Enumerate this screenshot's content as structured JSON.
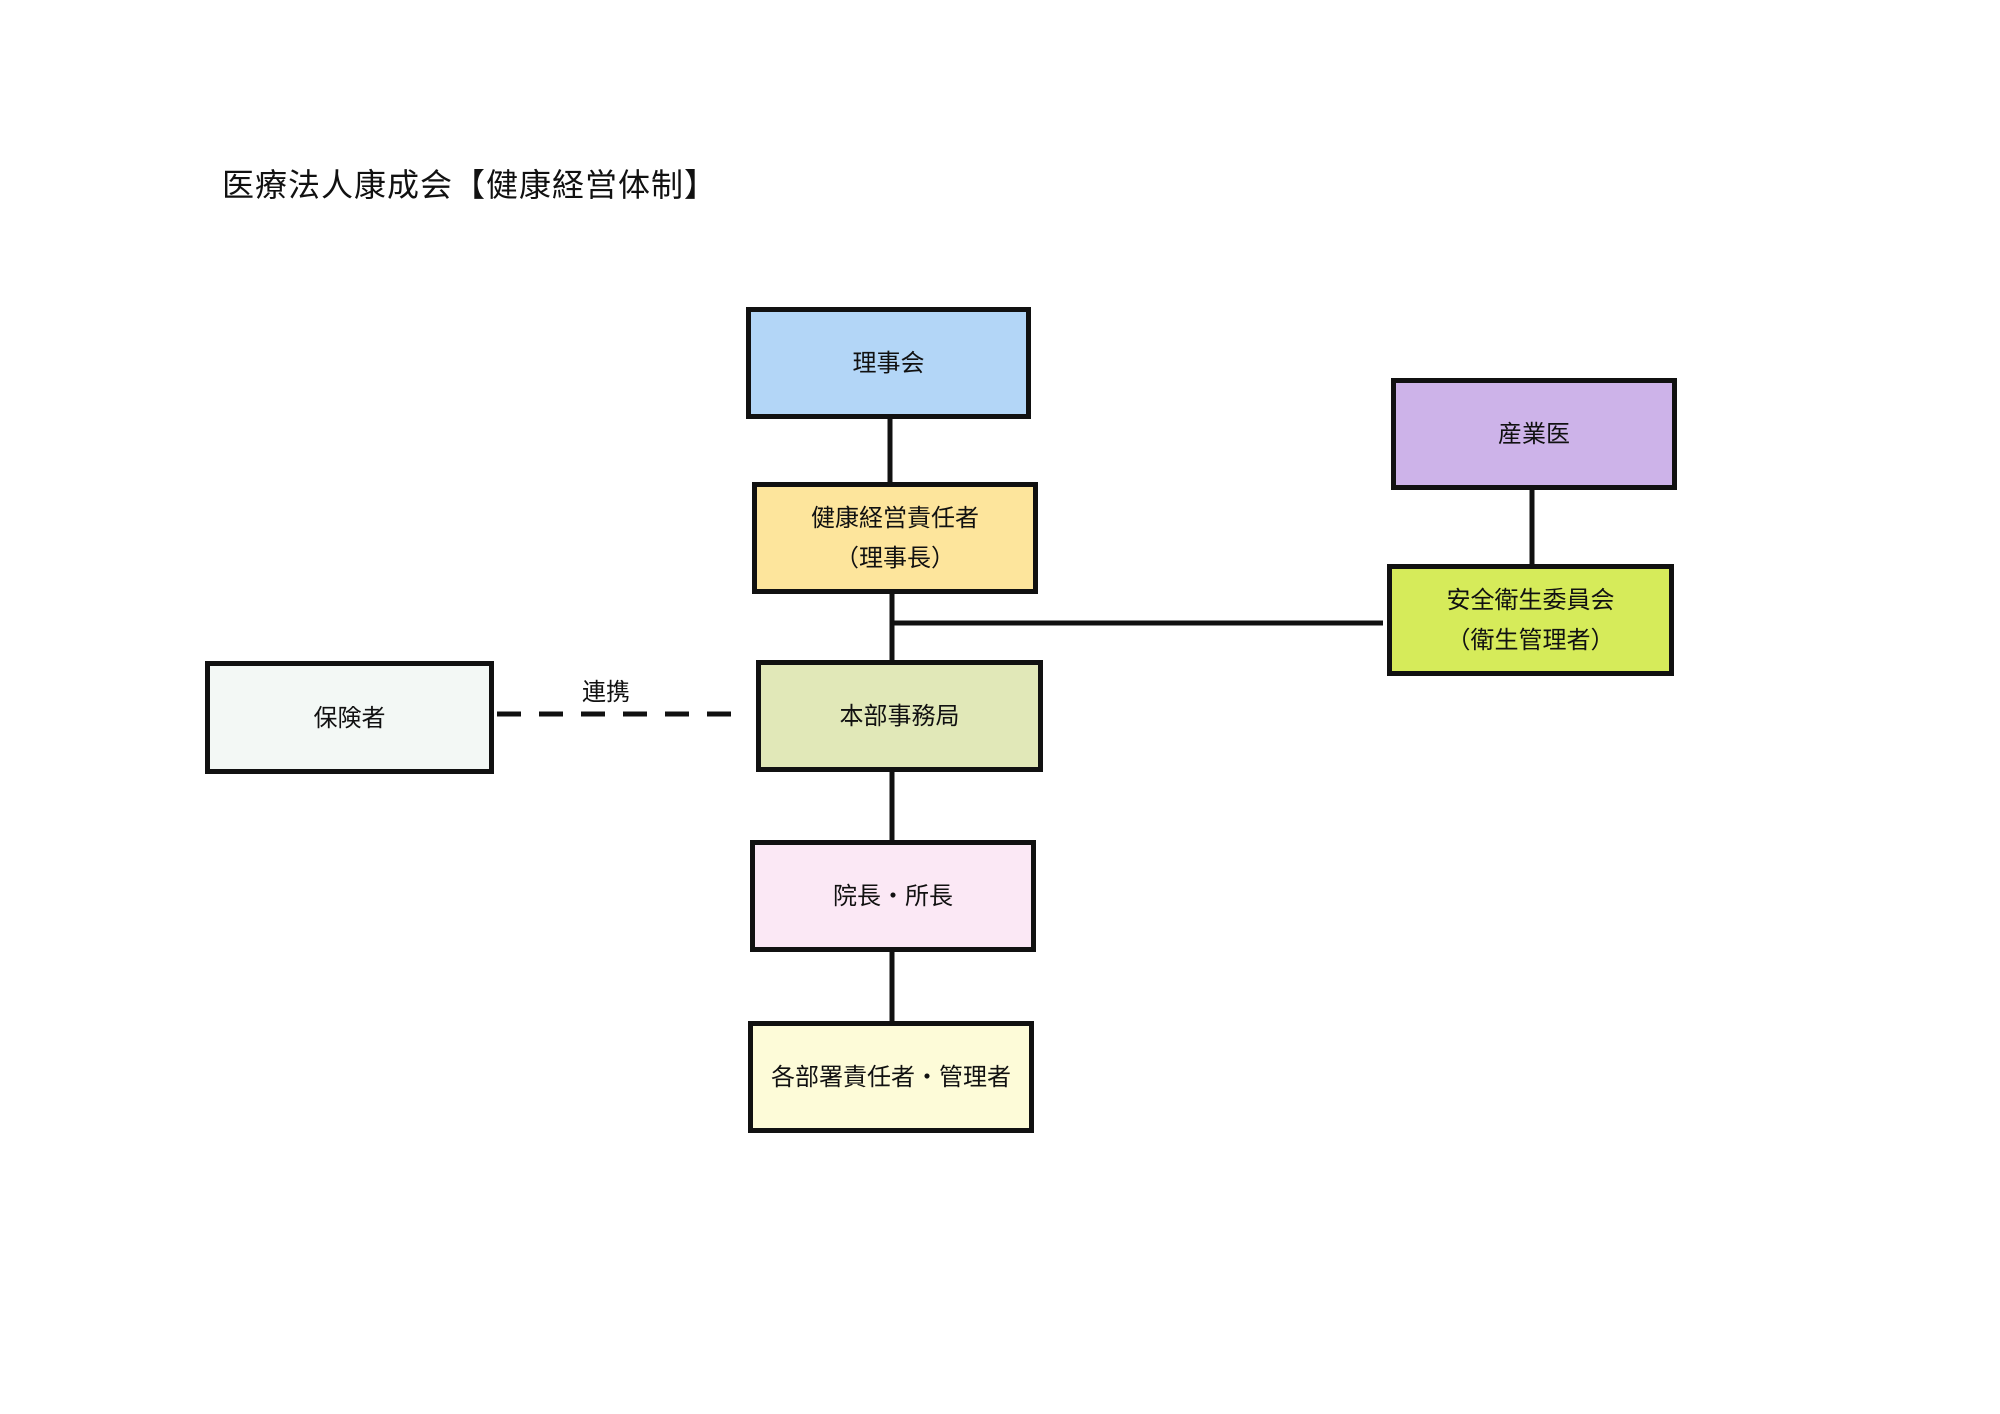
{
  "title": "医療法人康成会【健康経営体制】",
  "link_label": "連携",
  "nodes": {
    "board": {
      "line1": "理事会",
      "color": "#b3d6f7"
    },
    "health_manager": {
      "line1": "健康経営責任者",
      "line2": "（理事長）",
      "color": "#fde59c"
    },
    "head_office": {
      "line1": "本部事務局",
      "color": "#e1e8b8"
    },
    "director": {
      "line1": "院長・所長",
      "color": "#fbe8f5"
    },
    "dept_heads": {
      "line1": "各部署責任者・管理者",
      "color": "#fdfbd8"
    },
    "insurer": {
      "line1": "保険者",
      "color": "#f3f8f5"
    },
    "physician": {
      "line1": "産業医",
      "color": "#cdb3e9"
    },
    "committee": {
      "line1": "安全衛生委員会",
      "line2": "（衛生管理者）",
      "color": "#d6eb5a"
    }
  }
}
